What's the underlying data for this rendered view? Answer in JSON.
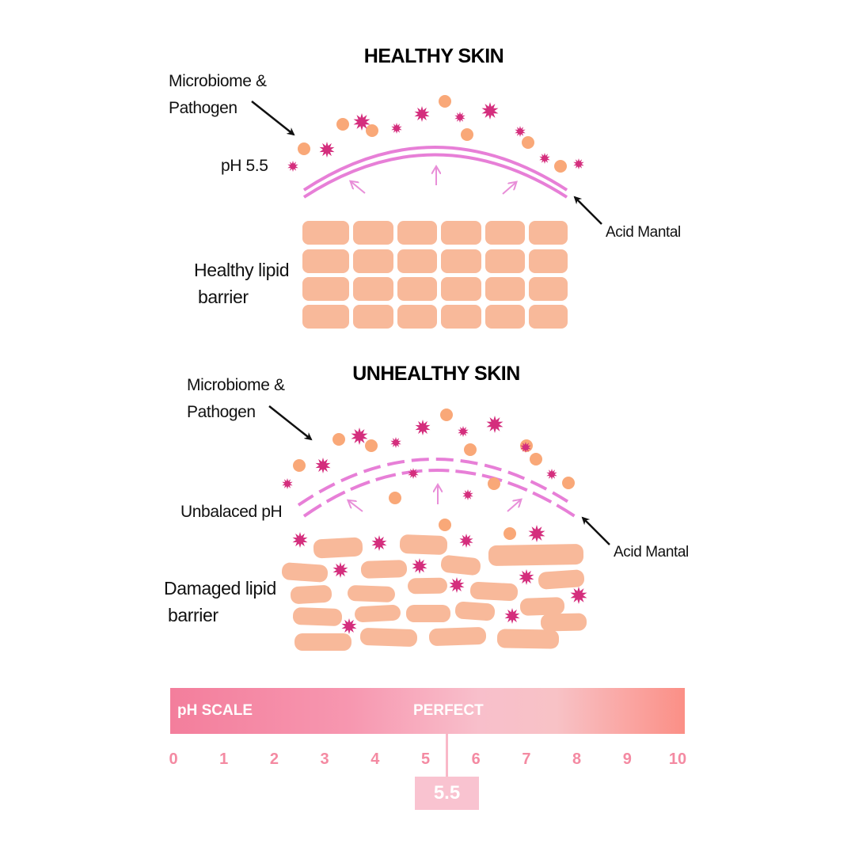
{
  "healthy": {
    "title": "HEALTHY SKIN",
    "microbiome_label": [
      "Microbiome &",
      "Pathogen"
    ],
    "ph_label": "pH 5.5",
    "acid_label": "Acid Mantal",
    "barrier_label": [
      "Healthy lipid",
      "barrier"
    ]
  },
  "unhealthy": {
    "title": "UNHEALTHY SKIN",
    "microbiome_label": [
      "Microbiome &",
      "Pathogen"
    ],
    "ph_label": "Unbalaced pH",
    "acid_label": "Acid Mantal",
    "barrier_label": [
      "Damaged lipid",
      "barrier"
    ]
  },
  "ph_scale": {
    "label": "pH SCALE",
    "perfect_label": "PERFECT",
    "ticks": [
      "0",
      "1",
      "2",
      "3",
      "4",
      "5",
      "6",
      "7",
      "8",
      "9",
      "10"
    ],
    "marker_value": "5.5",
    "marker_position": 5.5,
    "min": 0,
    "max": 10
  },
  "colors": {
    "cell": "#f8b99a",
    "cell_border": "#ffffff",
    "orange_dot": "#f9a878",
    "pathogen": "#d42e7d",
    "mantle": "#e77fd7",
    "arrow_pink": "#e88ed8",
    "scale_text": "#f48aa2"
  }
}
